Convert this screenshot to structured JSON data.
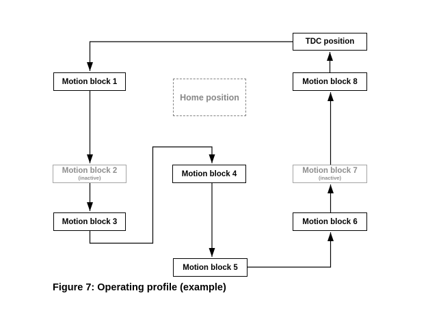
{
  "figure": {
    "caption": "Figure 7: Operating profile (example)"
  },
  "diagram": {
    "type": "flowchart",
    "nodes": {
      "tdc_position": {
        "label": "TDC position",
        "state": "active"
      },
      "home_position": {
        "label": "Home position",
        "state": "reference-dashed"
      },
      "motion_block_1": {
        "label": "Motion block 1",
        "state": "active"
      },
      "motion_block_2": {
        "label": "Motion block 2",
        "sublabel": "(inactive)",
        "state": "inactive"
      },
      "motion_block_3": {
        "label": "Motion block 3",
        "state": "active"
      },
      "motion_block_4": {
        "label": "Motion block 4",
        "state": "active"
      },
      "motion_block_5": {
        "label": "Motion block 5",
        "state": "active"
      },
      "motion_block_6": {
        "label": "Motion block 6",
        "state": "active"
      },
      "motion_block_7": {
        "label": "Motion block 7",
        "sublabel": "(inactive)",
        "state": "inactive"
      },
      "motion_block_8": {
        "label": "Motion block 8",
        "state": "active"
      }
    },
    "edges": [
      {
        "from": "TDC position",
        "to": "Motion block 1"
      },
      {
        "from": "Motion block 1",
        "to": "Motion block 2"
      },
      {
        "from": "Motion block 2",
        "to": "Motion block 3"
      },
      {
        "from": "Motion block 3",
        "to": "Motion block 4"
      },
      {
        "from": "Motion block 4",
        "to": "Motion block 5"
      },
      {
        "from": "Motion block 5",
        "to": "Motion block 6"
      },
      {
        "from": "Motion block 6",
        "to": "Motion block 7"
      },
      {
        "from": "Motion block 7",
        "to": "Motion block 8"
      },
      {
        "from": "Motion block 8",
        "to": "TDC position"
      }
    ],
    "colors": {
      "line": "#000000",
      "active_border": "#000000",
      "active_text": "#000000",
      "inactive_border": "#a3a3a3",
      "inactive_text": "#8e8e8e",
      "home_border": "#808080",
      "home_text": "#878787",
      "background": "#ffffff"
    }
  }
}
